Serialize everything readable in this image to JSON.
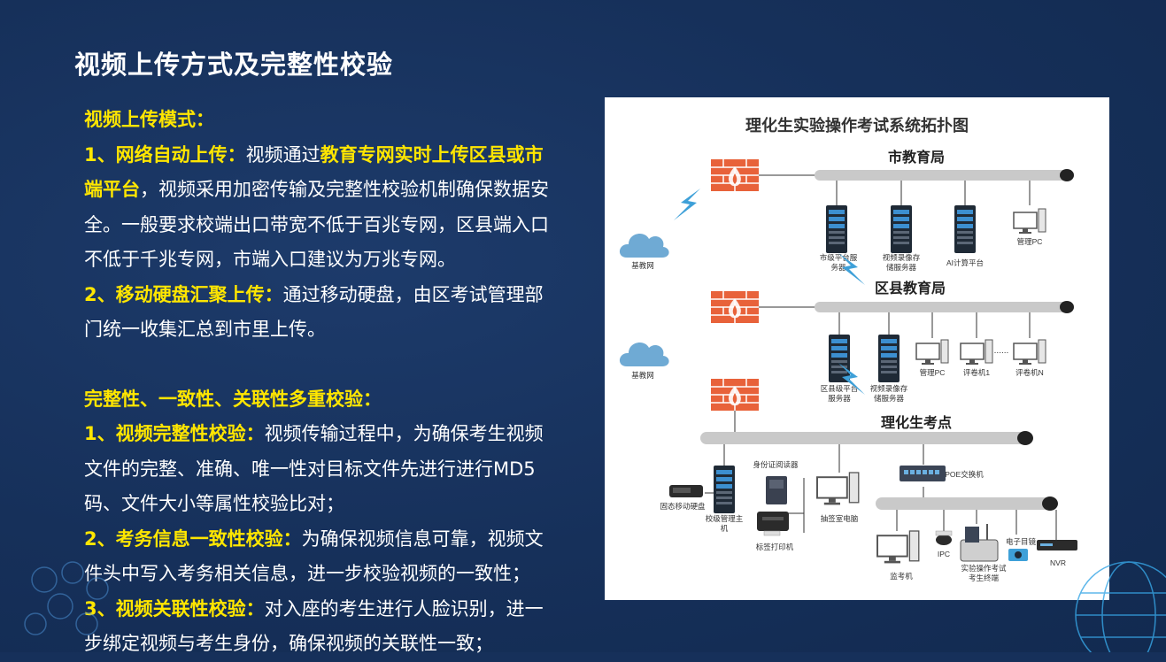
{
  "slide": {
    "title": "视频上传方式及完整性校验"
  },
  "text": {
    "upload_mode_heading": "视频上传模式：",
    "p1_label": "1、网络自动上传：",
    "p1_t1": "视频通过",
    "p1_hl": "教育专网实时上传区县或市端平台",
    "p1_t2": "，视频采用加密传输及完整性校验机制确保数据安全。一般要求校端出口带宽不低于百兆专网，区县端入口不低于千兆专网，市端入口建议为万兆专网。",
    "p2_label": "2、移动硬盘汇聚上传：",
    "p2_t": "通过移动硬盘，由区考试管理部门统一收集汇总到市里上传。",
    "check_heading": "完整性、一致性、关联性多重校验：",
    "p3_label": "1、视频完整性校验：",
    "p3_t": "视频传输过程中，为确保考生视频文件的完整、准确、唯一性对目标文件先进行进行MD5码、文件大小等属性校验比对；",
    "p4_label": "2、考务信息一致性校验：",
    "p4_t": "为确保视频信息可靠，视频文件头中写入考务相关信息，进一步校验视频的一致性；",
    "p5_label": "3、视频关联性校验：",
    "p5_t": "对入座的考生进行人脸识别，进一步绑定视频与考生身份，确保视频的关联性一致；"
  },
  "diagram": {
    "title": "理化生实验操作考试系统拓扑图",
    "city": {
      "label": "市教育局",
      "server1": "市级平台服",
      "server1b": "务器",
      "server2": "视频录像存",
      "server2b": "储服务器",
      "server3": "AI计算平台",
      "pc": "管理PC"
    },
    "district": {
      "label": "区县教育局",
      "server1": "区县级平台",
      "server1b": "服务器",
      "server2": "视频录像存",
      "server2b": "储服务器",
      "pc": "管理PC",
      "grader1": "评卷机1",
      "graderN": "评卷机N",
      "dots": "......"
    },
    "school": {
      "label": "理化生考点",
      "id_reader": "身份证阅读器",
      "poe": "POE交换机",
      "ssd": "固态移动硬盘",
      "school_server": "校级管理主",
      "school_server_b": "机",
      "draw_pc": "抽签室电脑",
      "label_printer": "标签打印机",
      "monitor": "监考机",
      "ipc": "IPC",
      "terminal": "实验操作考试",
      "terminal_b": "考生终端",
      "eyepiece": "电子目镜",
      "nvr": "NVR"
    },
    "cloud1": "基教网",
    "cloud2": "基教网"
  },
  "colors": {
    "background": "#16305a",
    "highlight": "#ffe600",
    "firewall": "#e8623a",
    "lightning": "#3ea0d8",
    "cloud": "#6faad4"
  }
}
